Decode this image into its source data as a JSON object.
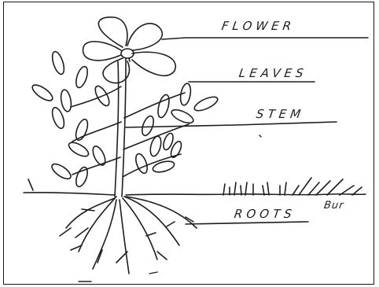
{
  "labels": {
    "flower": "FLOWER",
    "leaves": "LEAVES",
    "stem": "STEM",
    "roots": "ROOTS",
    "signature": "Bur"
  },
  "colors": {
    "ink": "#1e1e1e",
    "paper": "#ffffff"
  }
}
